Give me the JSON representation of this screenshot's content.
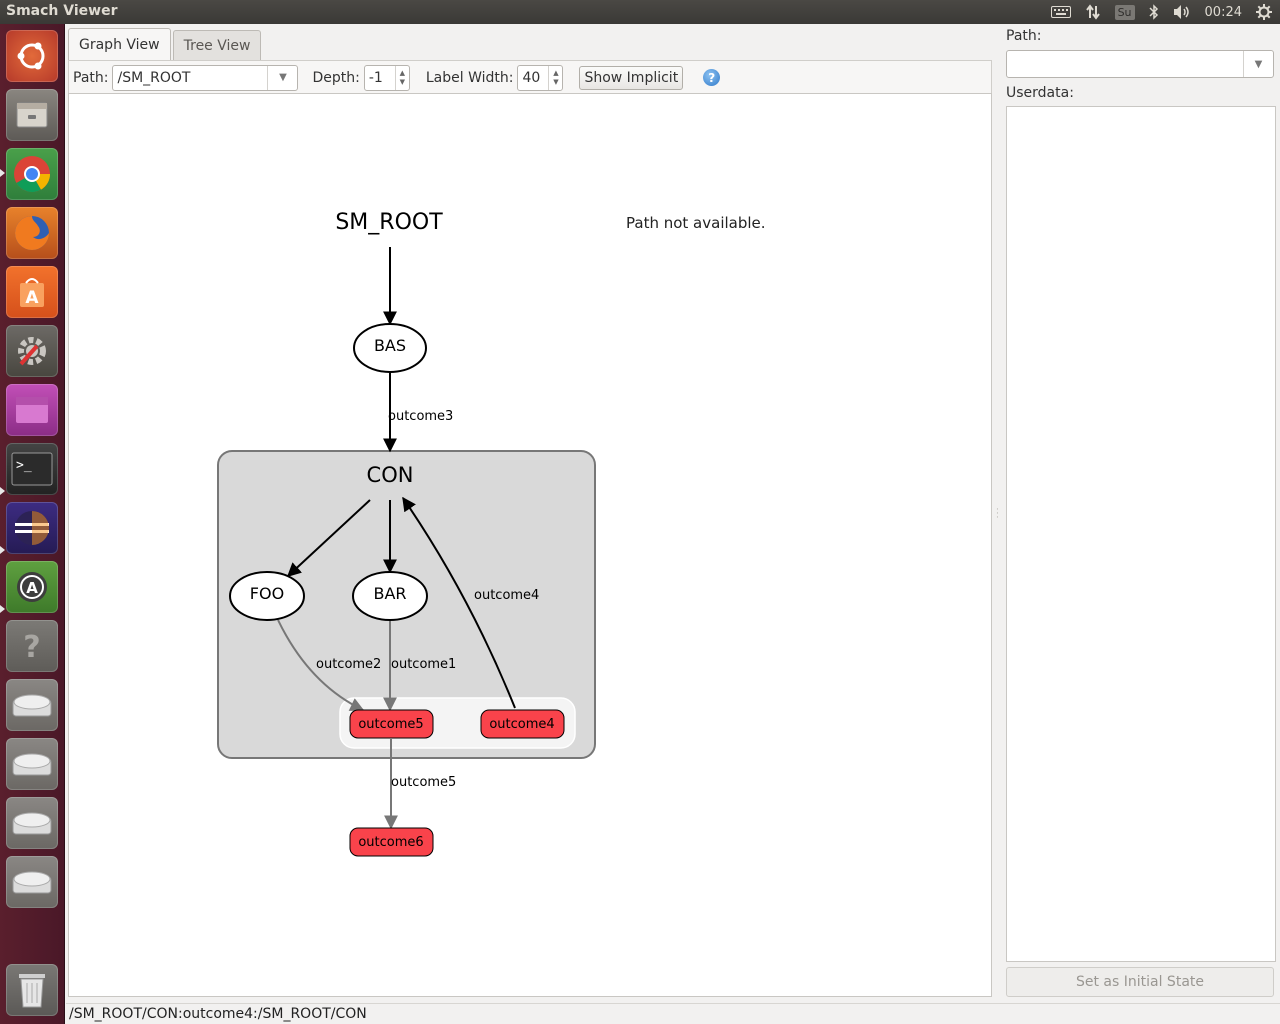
{
  "window": {
    "title": "Smach Viewer"
  },
  "topbar": {
    "user": "Su",
    "time": "00:24"
  },
  "launcher": {
    "items": [
      {
        "name": "ubuntu-dash-icon"
      },
      {
        "name": "files-icon"
      },
      {
        "name": "chrome-icon"
      },
      {
        "name": "firefox-icon"
      },
      {
        "name": "software-center-icon"
      },
      {
        "name": "system-settings-icon"
      },
      {
        "name": "workspace-switcher-icon"
      },
      {
        "name": "terminal-icon"
      },
      {
        "name": "eclipse-icon"
      },
      {
        "name": "software-updater-icon"
      },
      {
        "name": "help-icon"
      },
      {
        "name": "drive-icon"
      },
      {
        "name": "drive-icon"
      },
      {
        "name": "drive-icon"
      },
      {
        "name": "drive-icon"
      },
      {
        "name": "trash-icon"
      }
    ]
  },
  "tabs": {
    "graph_view": "Graph View",
    "tree_view": "Tree View"
  },
  "toolbar": {
    "path_label": "Path:",
    "path_value": "/SM_ROOT",
    "depth_label": "Depth:",
    "depth_value": "-1",
    "label_width_label": "Label Width:",
    "label_width_value": "40",
    "show_implicit": "Show Implicit",
    "help": "?"
  },
  "graph": {
    "root": "SM_ROOT",
    "bas": "BAS",
    "con": "CON",
    "foo": "FOO",
    "bar": "BAR",
    "outcome5_node": "outcome5",
    "outcome4_node": "outcome4",
    "outcome6_node": "outcome6",
    "edge_outcome3": "outcome3",
    "edge_outcome4": "outcome4",
    "edge_outcome2": "outcome2",
    "edge_outcome1": "outcome1",
    "edge_outcome5": "outcome5",
    "colors": {
      "outcome_fill": "#f9434b",
      "container_fill": "#d9d9d9"
    }
  },
  "message": "Path not available.",
  "right_panel": {
    "path_label": "Path:",
    "path_value": "",
    "userdata_label": "Userdata:",
    "set_initial": "Set as Initial State"
  },
  "statusbar": {
    "text": "/SM_ROOT/CON:outcome4:/SM_ROOT/CON"
  }
}
